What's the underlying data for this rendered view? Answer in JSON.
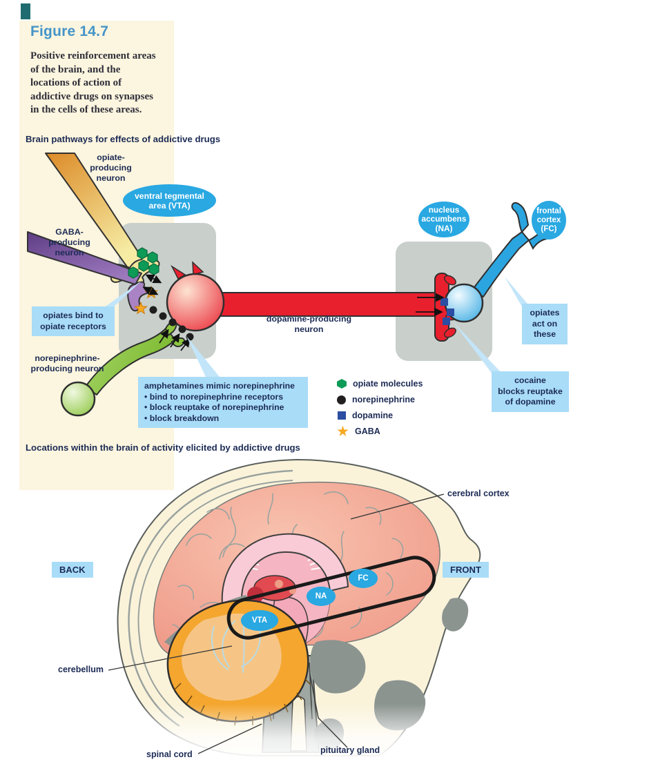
{
  "figure": {
    "number": "Figure 14.7",
    "caption": "Positive reinforcement areas\nof the brain, and the\nlocations of action of\naddictive drugs on synapses\nin the cells of these areas."
  },
  "pathway": {
    "heading": "Brain pathways for effects of addictive drugs",
    "region_labels": {
      "vta": "ventral tegmental\narea (VTA)",
      "na": "nucleus\naccumbens\n(NA)",
      "fc": "frontal\ncortex\n(FC)"
    },
    "neuron_labels": {
      "opiate": "opiate-\nproducing\nneuron",
      "gaba": "GABA-\nproducing\nneuron",
      "norepinephrine": "norepinephrine-\nproducing neuron",
      "dopamine": "dopamine-producing\nneuron"
    },
    "callouts": {
      "opiates_bind": "opiates bind to\nopiate receptors",
      "amphetamines": "amphetamines mimic norepinephrine\n• bind to norepinephrine receptors\n• block reuptake of norepinephrine\n• block breakdown",
      "opiates_act": "opiates\nact on\nthese",
      "cocaine": "cocaine\nblocks reuptake\nof dopamine"
    },
    "legend": [
      {
        "marker": "hexagon",
        "color": "#0E9A57",
        "label": "opiate molecules"
      },
      {
        "marker": "circle",
        "color": "#231F20",
        "label": "norepinephrine"
      },
      {
        "marker": "square",
        "color": "#2B4EA2",
        "label": "dopamine"
      },
      {
        "marker": "star",
        "color": "#F7A823",
        "label": "GABA"
      }
    ]
  },
  "brain": {
    "heading": "Locations within the brain of activity elicited by addictive drugs",
    "direction_labels": {
      "back": "BACK",
      "front": "FRONT"
    },
    "region_labels": {
      "vta": "VTA",
      "na": "NA",
      "fc": "FC"
    },
    "part_labels": {
      "cerebral_cortex": "cerebral cortex",
      "cerebellum": "cerebellum",
      "spinal_cord": "spinal cord",
      "pituitary_gland": "pituitary gland"
    }
  },
  "colors": {
    "cream_panel": "#FCF5DF",
    "callout_blue": "#A9DCF7",
    "region_oval_blue": "#29A8E2",
    "synapse_box_gray": "#C9D0CC",
    "text_navy": "#1C2B55",
    "figure_title_blue": "#4494C8",
    "opiate_neuron_orange": "#E89A2E",
    "gaba_neuron_purple": "#6D4796",
    "norepinephrine_neuron_green": "#8CC63F",
    "dopamine_neuron_red": "#E8202E",
    "cerebrum_salmon": "#EF9685",
    "cerebellum_orange": "#F4A62F"
  }
}
